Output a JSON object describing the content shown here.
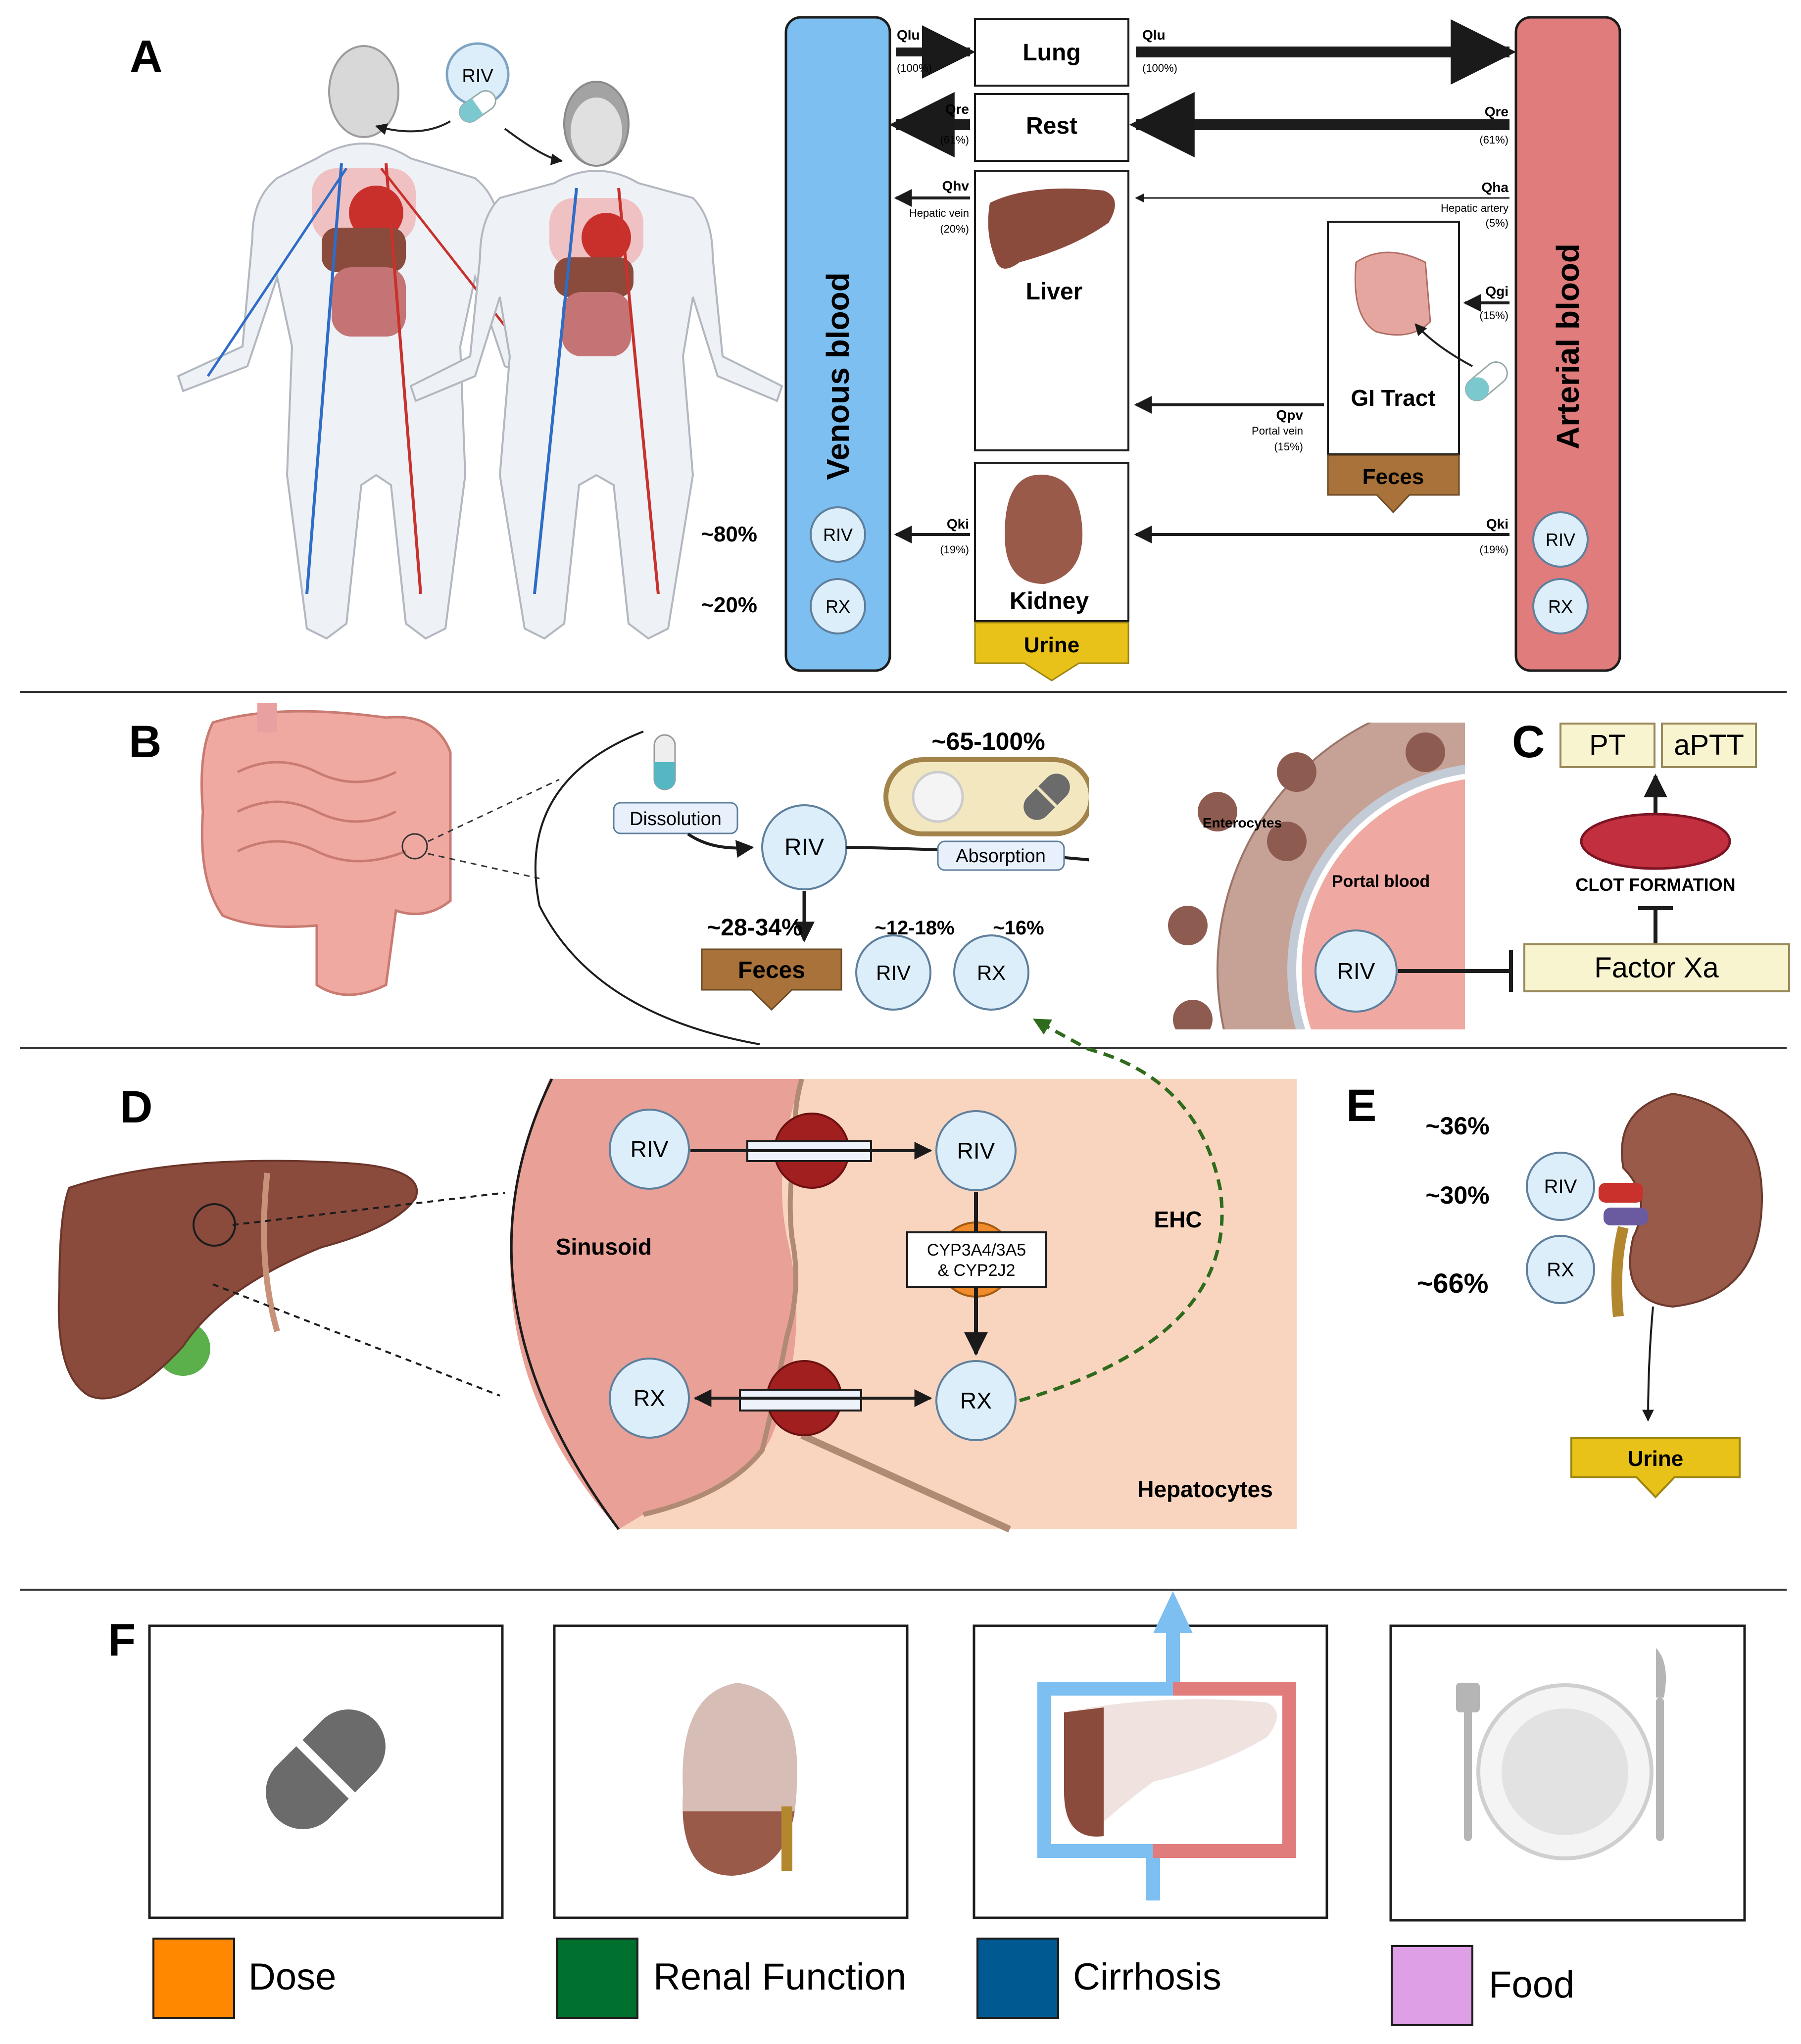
{
  "panels": {
    "a": "A",
    "b": "B",
    "c": "C",
    "d": "D",
    "e": "E",
    "f": "F"
  },
  "panel_a": {
    "riv_label": "RIV",
    "venous_blood": "Venous blood",
    "arterial_blood": "Arterial blood",
    "organs": {
      "lung": "Lung",
      "rest": "Rest",
      "liver": "Liver",
      "gi_tract": "GI Tract",
      "kidney": "Kidney",
      "feces": "Feces",
      "urine": "Urine"
    },
    "flows": {
      "qlu_in": "Qlu",
      "qlu_in_pct": "(100%)",
      "qlu_out": "Qlu",
      "qlu_out_pct": "(100%)",
      "qre_left": "Qre",
      "qre_left_pct": "(61%)",
      "qre_right": "Qre",
      "qre_right_pct": "(61%)",
      "qhv": "Qhv",
      "qhv_sub": "Hepatic vein",
      "qhv_pct": "(20%)",
      "qha": "Qha",
      "qha_sub": "Hepatic artery",
      "qha_pct": "(5%)",
      "qgi": "Qgi",
      "qgi_pct": "(15%)",
      "qpv": "Qpv",
      "qpv_sub": "Portal vein",
      "qpv_pct": "(15%)",
      "qki_left": "Qki",
      "qki_left_pct": "(19%)",
      "qki_right": "Qki",
      "qki_right_pct": "(19%)"
    },
    "venous_circles": [
      "RIV",
      "RX"
    ],
    "arterial_circles": [
      "RIV",
      "RX"
    ],
    "pct_80": "~80%",
    "pct_20": "~20%"
  },
  "panel_b": {
    "dissolution": "Dissolution",
    "absorption": "Absorption",
    "riv": "RIV",
    "food_pct": "~65-100%",
    "feces_pct": "~28-34%",
    "feces": "Feces",
    "riv_pct": "~12-18%",
    "rx_pct": "~16%",
    "riv_small": "RIV",
    "rx_small": "RX",
    "enterocytes": "Enterocytes",
    "portal_blood": "Portal blood",
    "riv_portal": "RIV"
  },
  "panel_c": {
    "pt": "PT",
    "aptt": "aPTT",
    "clot": "CLOT FORMATION",
    "factor_xa": "Factor Xa"
  },
  "panel_d": {
    "riv_left": "RIV",
    "riv_right": "RIV",
    "rx_left": "RX",
    "rx_right": "RX",
    "sinusoid": "Sinusoid",
    "ehc": "EHC",
    "hepatocytes": "Hepatocytes",
    "cyp_line1": "CYP3A4/3A5",
    "cyp_line2": "& CYP2J2"
  },
  "panel_e": {
    "pct_36": "~36%",
    "pct_30": "~30%",
    "pct_66": "~66%",
    "riv": "RIV",
    "rx": "RX",
    "urine": "Urine"
  },
  "panel_f": {
    "legend": [
      {
        "label": "Dose",
        "color": "#ff8800"
      },
      {
        "label": "Renal Function",
        "color": "#00702f"
      },
      {
        "label": "Cirrhosis",
        "color": "#005a91"
      },
      {
        "label": "Food",
        "color": "#df9fe6"
      }
    ]
  },
  "colors": {
    "venous": "#7cbff0",
    "arterial": "#e07c7c",
    "circle_fill": "#dceefa",
    "feces": "#a8723a",
    "urine": "#e8c218",
    "factor_box": "#f8f4d0",
    "sinusoid": "#e9a097",
    "hepatocyte": "#f9d5bf",
    "organ_brown": "#8a4a3c"
  }
}
